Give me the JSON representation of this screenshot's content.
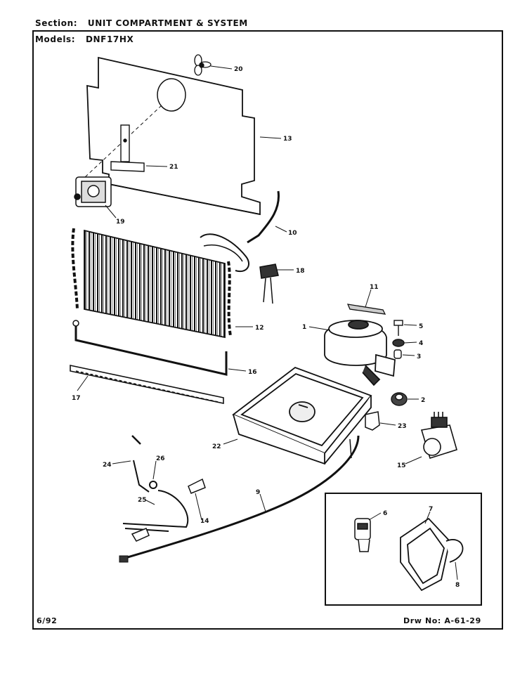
{
  "header": {
    "section_label": "Section:",
    "section_value": "UNIT COMPARTMENT & SYSTEM",
    "models_label": "Models:",
    "models_value": "DNF17HX"
  },
  "footer": {
    "date": "6/92",
    "drawing_label": "Drw No:",
    "drawing_number": "A-61-29"
  },
  "callouts": [
    "20",
    "13",
    "21",
    "19",
    "10",
    "18",
    "11",
    "1",
    "5",
    "4",
    "3",
    "12",
    "16",
    "17",
    "2",
    "22",
    "23",
    "15",
    "26",
    "24",
    "25",
    "14",
    "9",
    "6",
    "7",
    "8"
  ]
}
